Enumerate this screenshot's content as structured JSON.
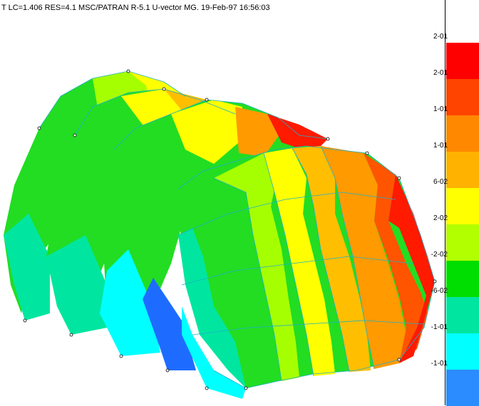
{
  "header": {
    "title": "T  LC=1.406 RES=4.1 MSC/PATRAN R-5.1  U-vector MG. 19-Feb-97 16:56:03"
  },
  "legend": {
    "labels": [
      "2-01",
      "2-01",
      "1-01",
      "1-01",
      "6-02",
      "2-02",
      "-2-02",
      "-6-02",
      "-1-01",
      "-1-01"
    ],
    "colors": [
      "#ff0000",
      "#ff4400",
      "#ff8800",
      "#ffb300",
      "#ffff00",
      "#b2ff00",
      "#00dd00",
      "#00e6a0",
      "#00ffff",
      "#2a8cff"
    ]
  },
  "contour_colors": {
    "red": "#ff1a00",
    "orange_red": "#ff5500",
    "orange": "#ff9a00",
    "amber": "#ffbf00",
    "yellow": "#ffff00",
    "lime": "#a6ff00",
    "green": "#22dd22",
    "aqua_green": "#00e6a0",
    "cyan": "#00ffff",
    "blue": "#1e6cff",
    "mesh_line": "#20b0c8"
  }
}
